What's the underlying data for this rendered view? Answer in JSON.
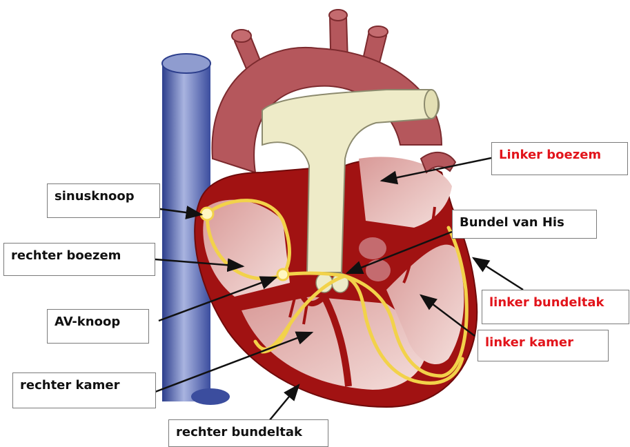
{
  "labels": {
    "sinusknoop": "sinusknoop",
    "rechter_boezem": "rechter boezem",
    "av_knoop": "AV-knoop",
    "rechter_kamer": "rechter kamer",
    "rechter_bundeltak": "rechter bundeltak",
    "linker_boezem": "Linker boezem",
    "bundel_van_his": "Bundel van His",
    "linker_bundeltak": "linker bundeltak",
    "linker_kamer": "linker kamer"
  },
  "colors": {
    "heart_muscle": "#b5575c",
    "heart_dark": "#a11212",
    "chamber_fill": "#e6b7b4",
    "pulmonary_artery": "#eeebc8",
    "vena_cava": "#5a6bb0",
    "conduction": "#f2d24a",
    "red_text": "#e2141b"
  }
}
